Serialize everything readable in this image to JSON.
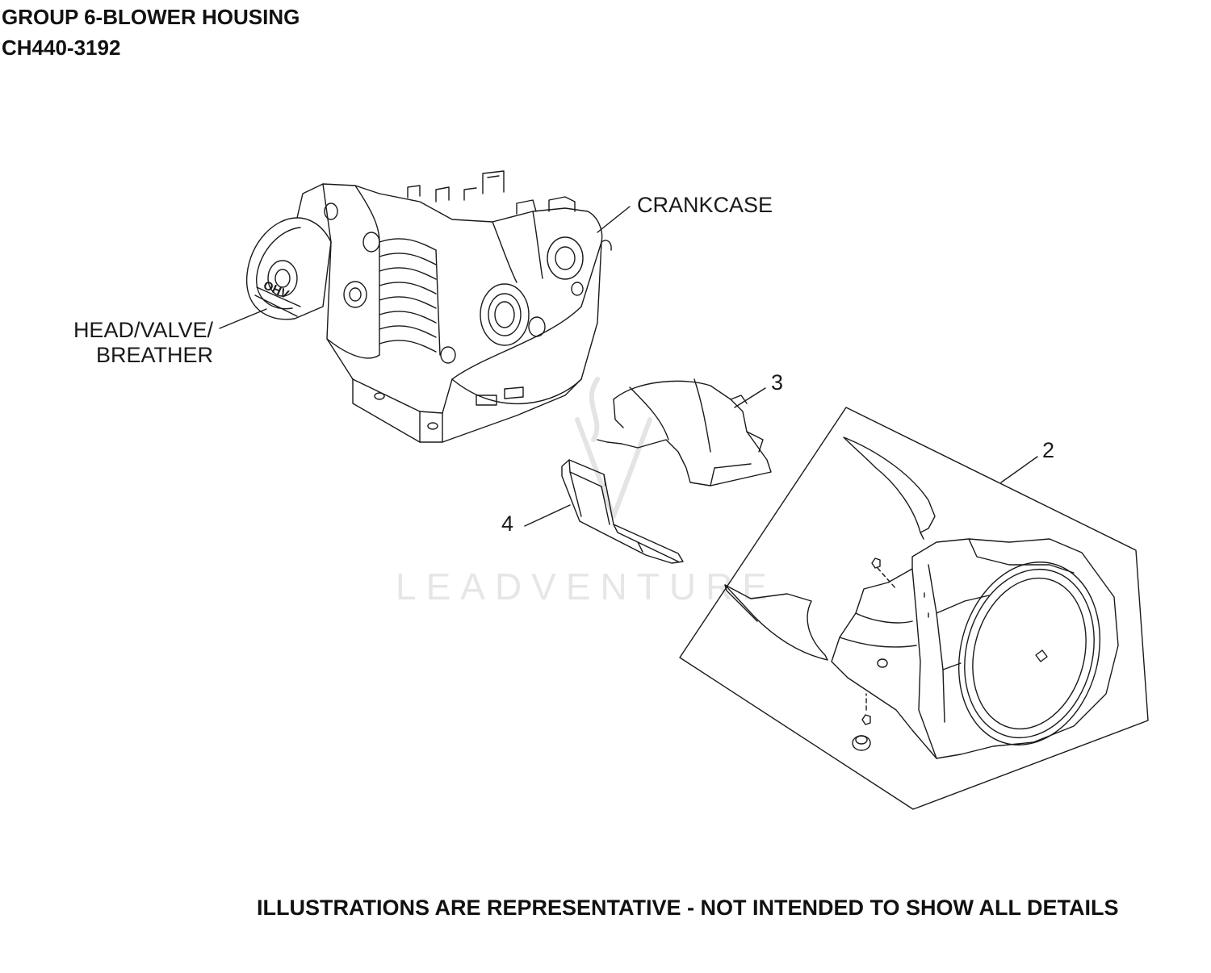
{
  "header": {
    "title": "GROUP 6-BLOWER HOUSING",
    "model": "CH440-3192"
  },
  "callouts": {
    "crankcase": "CRANKCASE",
    "head_line1": "HEAD/VALVE/",
    "head_line2": "BREATHER",
    "item_3": "3",
    "item_2": "2",
    "item_4": "4"
  },
  "engine_badge": "OHV",
  "watermark": "LEADVENTURE",
  "footer": "ILLUSTRATIONS ARE REPRESENTATIVE - NOT INTENDED TO SHOW ALL DETAILS",
  "colors": {
    "line": "#1a1a1a",
    "watermark": "#e6e6e6"
  }
}
